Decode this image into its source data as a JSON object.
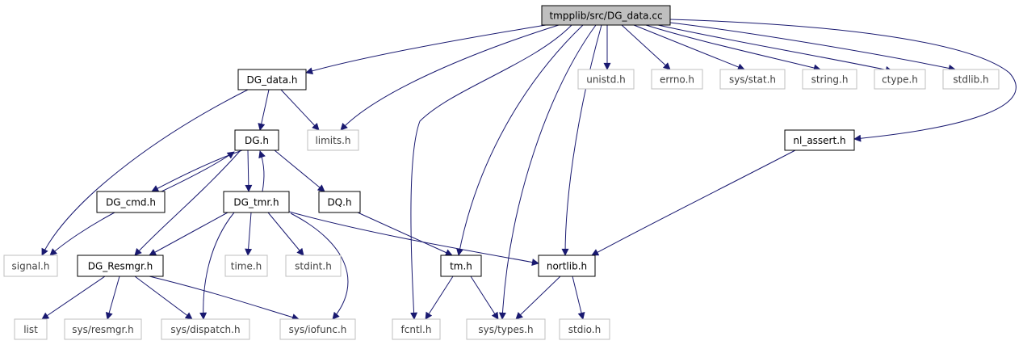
{
  "graph": {
    "nodes": [
      {
        "id": "root",
        "label": "tmpplib/src/DG_data.cc",
        "style": "root"
      },
      {
        "id": "dg_data_h",
        "label": "DG_data.h",
        "style": "file"
      },
      {
        "id": "unistd_h",
        "label": "unistd.h",
        "style": "external"
      },
      {
        "id": "errno_h",
        "label": "errno.h",
        "style": "external"
      },
      {
        "id": "sys_stat_h",
        "label": "sys/stat.h",
        "style": "external"
      },
      {
        "id": "string_h",
        "label": "string.h",
        "style": "external"
      },
      {
        "id": "ctype_h",
        "label": "ctype.h",
        "style": "external"
      },
      {
        "id": "stdlib_h",
        "label": "stdlib.h",
        "style": "external"
      },
      {
        "id": "dg_h",
        "label": "DG.h",
        "style": "file"
      },
      {
        "id": "limits_h",
        "label": "limits.h",
        "style": "external"
      },
      {
        "id": "nl_assert_h",
        "label": "nl_assert.h",
        "style": "file"
      },
      {
        "id": "dg_cmd_h",
        "label": "DG_cmd.h",
        "style": "file"
      },
      {
        "id": "dg_tmr_h",
        "label": "DG_tmr.h",
        "style": "file"
      },
      {
        "id": "dq_h",
        "label": "DQ.h",
        "style": "file"
      },
      {
        "id": "signal_h",
        "label": "signal.h",
        "style": "external"
      },
      {
        "id": "dg_resmgr_h",
        "label": "DG_Resmgr.h",
        "style": "file"
      },
      {
        "id": "time_h",
        "label": "time.h",
        "style": "external"
      },
      {
        "id": "stdint_h",
        "label": "stdint.h",
        "style": "external"
      },
      {
        "id": "tm_h",
        "label": "tm.h",
        "style": "file"
      },
      {
        "id": "nortlib_h",
        "label": "nortlib.h",
        "style": "file"
      },
      {
        "id": "list",
        "label": "list",
        "style": "external"
      },
      {
        "id": "sys_resmgr_h",
        "label": "sys/resmgr.h",
        "style": "external"
      },
      {
        "id": "sys_dispatch_h",
        "label": "sys/dispatch.h",
        "style": "external"
      },
      {
        "id": "sys_iofunc_h",
        "label": "sys/iofunc.h",
        "style": "external"
      },
      {
        "id": "fcntl_h",
        "label": "fcntl.h",
        "style": "external"
      },
      {
        "id": "sys_types_h",
        "label": "sys/types.h",
        "style": "external"
      },
      {
        "id": "stdio_h",
        "label": "stdio.h",
        "style": "external"
      }
    ],
    "edges": [
      {
        "from": "root",
        "to": "dg_data_h"
      },
      {
        "from": "root",
        "to": "limits_h"
      },
      {
        "from": "root",
        "to": "fcntl_h"
      },
      {
        "from": "root",
        "to": "tm_h"
      },
      {
        "from": "root",
        "to": "sys_types_h"
      },
      {
        "from": "root",
        "to": "nortlib_h"
      },
      {
        "from": "root",
        "to": "unistd_h"
      },
      {
        "from": "root",
        "to": "errno_h"
      },
      {
        "from": "root",
        "to": "sys_stat_h"
      },
      {
        "from": "root",
        "to": "string_h"
      },
      {
        "from": "root",
        "to": "ctype_h"
      },
      {
        "from": "root",
        "to": "stdlib_h"
      },
      {
        "from": "root",
        "to": "nl_assert_h"
      },
      {
        "from": "dg_data_h",
        "to": "dg_h"
      },
      {
        "from": "dg_data_h",
        "to": "limits_h"
      },
      {
        "from": "dg_data_h",
        "to": "signal_h"
      },
      {
        "from": "dg_h",
        "to": "dg_cmd_h"
      },
      {
        "from": "dg_cmd_h",
        "to": "dg_h"
      },
      {
        "from": "dg_h",
        "to": "dg_tmr_h"
      },
      {
        "from": "dg_tmr_h",
        "to": "dg_h"
      },
      {
        "from": "dg_h",
        "to": "dq_h"
      },
      {
        "from": "dg_h",
        "to": "dg_resmgr_h"
      },
      {
        "from": "dg_cmd_h",
        "to": "signal_h"
      },
      {
        "from": "dg_tmr_h",
        "to": "dg_resmgr_h"
      },
      {
        "from": "dg_tmr_h",
        "to": "time_h"
      },
      {
        "from": "dg_tmr_h",
        "to": "stdint_h"
      },
      {
        "from": "dg_tmr_h",
        "to": "sys_dispatch_h"
      },
      {
        "from": "dg_tmr_h",
        "to": "sys_iofunc_h"
      },
      {
        "from": "dg_tmr_h",
        "to": "nortlib_h"
      },
      {
        "from": "dq_h",
        "to": "tm_h"
      },
      {
        "from": "dg_resmgr_h",
        "to": "list"
      },
      {
        "from": "dg_resmgr_h",
        "to": "sys_resmgr_h"
      },
      {
        "from": "dg_resmgr_h",
        "to": "sys_dispatch_h"
      },
      {
        "from": "dg_resmgr_h",
        "to": "sys_iofunc_h"
      },
      {
        "from": "tm_h",
        "to": "fcntl_h"
      },
      {
        "from": "tm_h",
        "to": "sys_types_h"
      },
      {
        "from": "nortlib_h",
        "to": "sys_types_h"
      },
      {
        "from": "nortlib_h",
        "to": "stdio_h"
      },
      {
        "from": "nl_assert_h",
        "to": "nortlib_h"
      }
    ]
  },
  "colors": {
    "edge": "#191970",
    "file_border": "#000000",
    "external_border": "#bfbfbf",
    "external_text": "#404040",
    "root_fill": "#bfbfbf",
    "text": "#000000"
  }
}
